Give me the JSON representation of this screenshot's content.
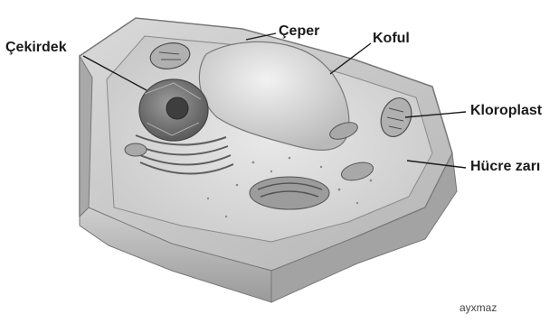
{
  "labels": {
    "nucleus": "Çekirdek",
    "cell_wall": "Çeper",
    "vacuole": "Koful",
    "chloroplast": "Kloroplast",
    "cell_membrane": "Hücre zarı"
  },
  "watermark": "ayxmaz"
}
